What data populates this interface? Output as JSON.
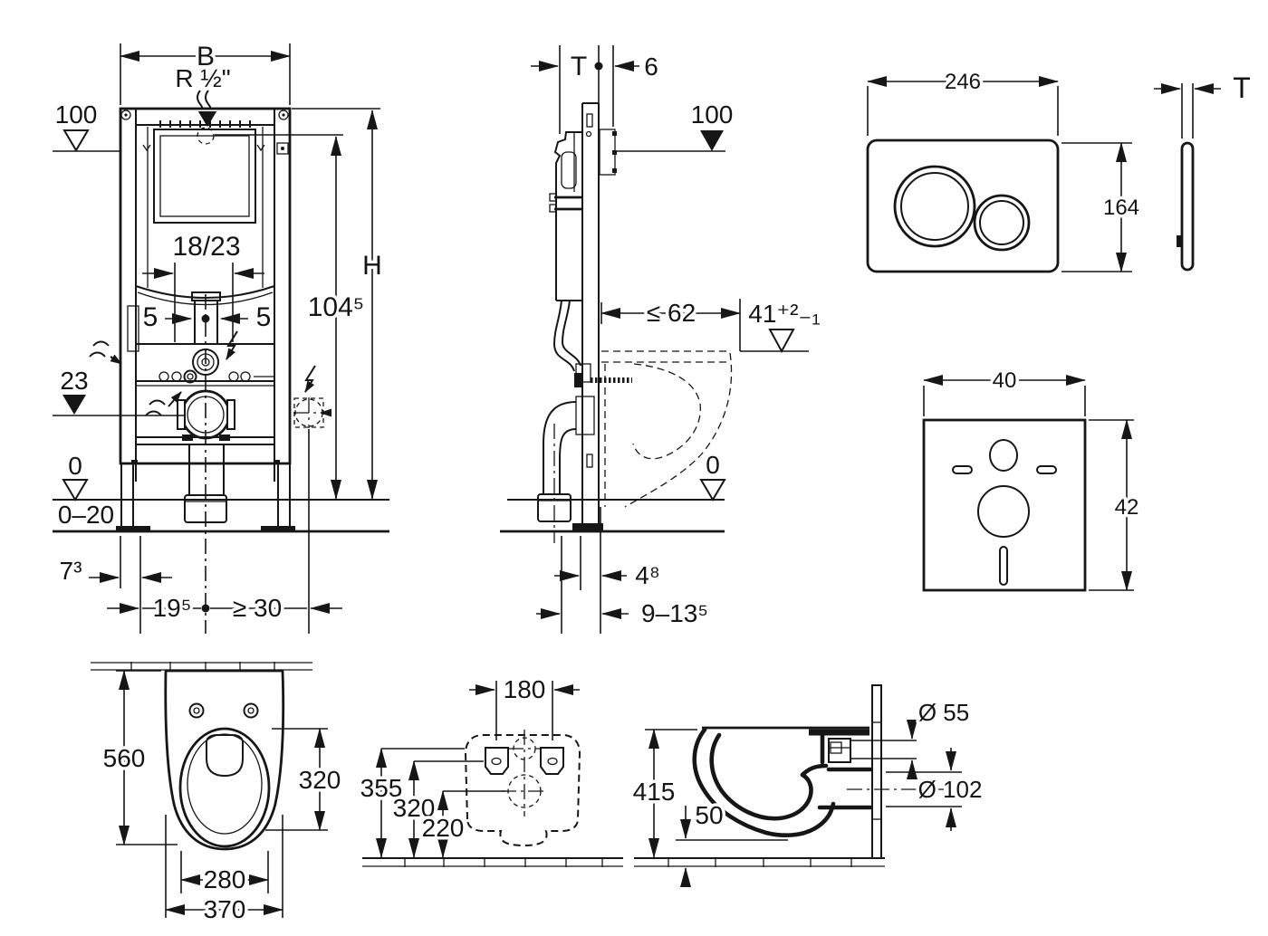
{
  "drawing": {
    "background": "#ffffff",
    "line_color": "#161616",
    "symbols": {
      "datum-level-filled": "▼",
      "datum-level-open": "▽",
      "supply-arrow": "▼",
      "center-dot": "●"
    },
    "views": {
      "frame_front": {
        "b": "B",
        "supply": "R ½\"",
        "level100": "100",
        "h": "H",
        "h1045": "104⁵",
        "offset1823": "18/23",
        "off5l": "5",
        "off5r": "5",
        "level23": "23",
        "level0": "0",
        "range020": "0–20",
        "gap73": "7³",
        "off195": "19⁵",
        "min30": "≥ 30"
      },
      "frame_side": {
        "t": "T",
        "gap6": "6",
        "level100": "100",
        "max62": "≤ 62",
        "seat41": "41⁺²₋₁",
        "level0": "0",
        "gap48": "4⁸",
        "range9135": "9–13⁵"
      },
      "flush_plate": {
        "w": "246",
        "h": "164",
        "t": "T"
      },
      "sound_pad": {
        "w": "40",
        "h": "42"
      },
      "wc_top": {
        "depth": "560",
        "bowl_depth": "320",
        "bowl_width": "280",
        "width": "370"
      },
      "wall_template": {
        "spacing": "180",
        "h355": "355",
        "h320": "320",
        "h220": "220"
      },
      "wc_side": {
        "h": "415",
        "gap50": "50",
        "d55": "Ø 55",
        "d102": "Ø 102"
      }
    }
  }
}
